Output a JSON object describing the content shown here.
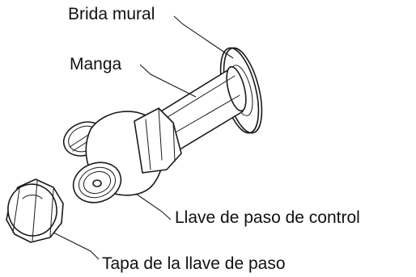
{
  "labels": {
    "wall_flange": "Brida mural",
    "sleeve": "Manga",
    "control_valve": "Llave de paso de control",
    "valve_cap": "Tapa de la llave de paso"
  }
}
